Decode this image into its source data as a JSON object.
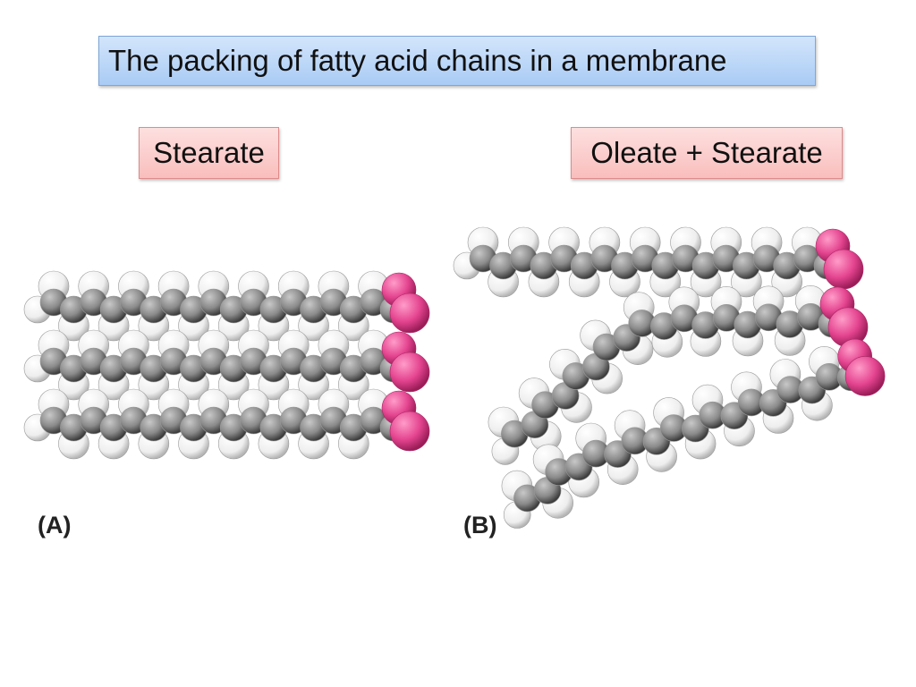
{
  "title": "The packing of fatty acid chains in a membrane",
  "panels": [
    {
      "letter": "(A)",
      "label": "Stearate"
    },
    {
      "letter": "(B)",
      "label": "Oleate + Stearate"
    }
  ],
  "colors": {
    "hydrogen": "#f4f4f4",
    "carbon": "#8c8c8c",
    "oxygen": "#e8509a",
    "title_fill": "#bcd7f8",
    "label_fill": "#fbcfce"
  },
  "molecules": {
    "panel_a_chains": 3,
    "panel_b_chains": 3,
    "carbons_per_chain": 18,
    "kinked_chain": "oleate"
  }
}
